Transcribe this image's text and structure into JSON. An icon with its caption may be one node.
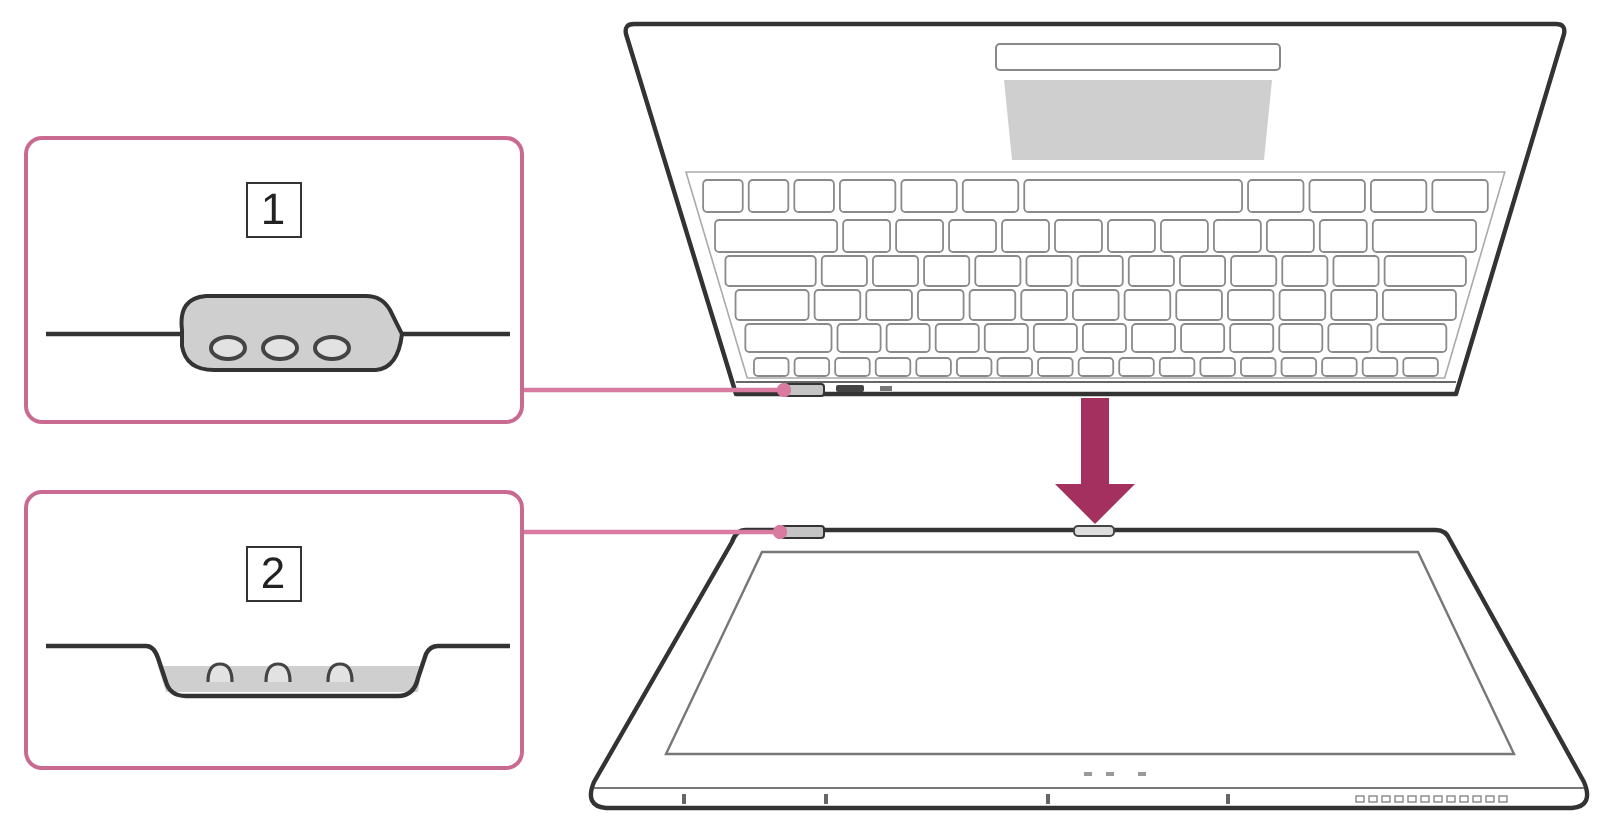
{
  "diagram": {
    "nodes": [
      {
        "text": [],
        "shape": "picture"
      },
      {
        "text": [],
        "shape": "box",
        "in": 0
      },
      {
        "text": [
          "1"
        ]
      },
      {
        "text": [
          "2"
        ]
      },
      {
        "text": [],
        "shape": "picture"
      },
      {
        "text": [],
        "shape": "box",
        "in": 4
      }
    ],
    "edges": [
      {
        "from": 2,
        "to": 1,
        "arrow": "other"
      },
      {
        "from": 3,
        "to": 5,
        "arrow": "other"
      },
      {
        "from": 0,
        "to": 4,
        "arrow": "to",
        "style": "thick",
        "color": "#a3305f"
      }
    ]
  }
}
